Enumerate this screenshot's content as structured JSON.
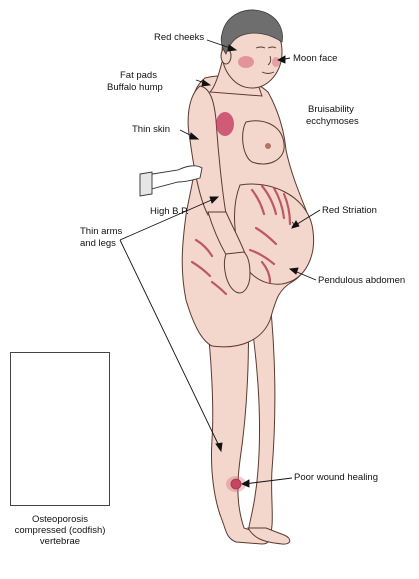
{
  "labels": {
    "red_cheeks": "Red cheeks",
    "moon_face": "Moon face",
    "fat_pads_line1": "Fat pads",
    "fat_pads_line2": "Buffalo hump",
    "bruisability_line1": "Bruisability",
    "bruisability_line2": "ecchymoses",
    "thin_skin": "Thin skin",
    "high_bp": "High B.P.",
    "red_striation": "Red Striation",
    "thin_arms_line1": "Thin arms",
    "thin_arms_line2": "and legs",
    "pendulous_abdomen": "Pendulous abdomen",
    "poor_wound_healing": "Poor wound healing"
  },
  "inset": {
    "caption_line1": "Osteoporosis",
    "caption_line2": "compressed (codfish)",
    "caption_line3": "vertebrae"
  },
  "colors": {
    "skin": "#f3d6cc",
    "skin_shadow": "#d9a99a",
    "striae": "#b8434f",
    "bruise": "#c2335a",
    "outline": "#5a3a30",
    "hair": "#6e6e6e",
    "leader": "#111111"
  }
}
